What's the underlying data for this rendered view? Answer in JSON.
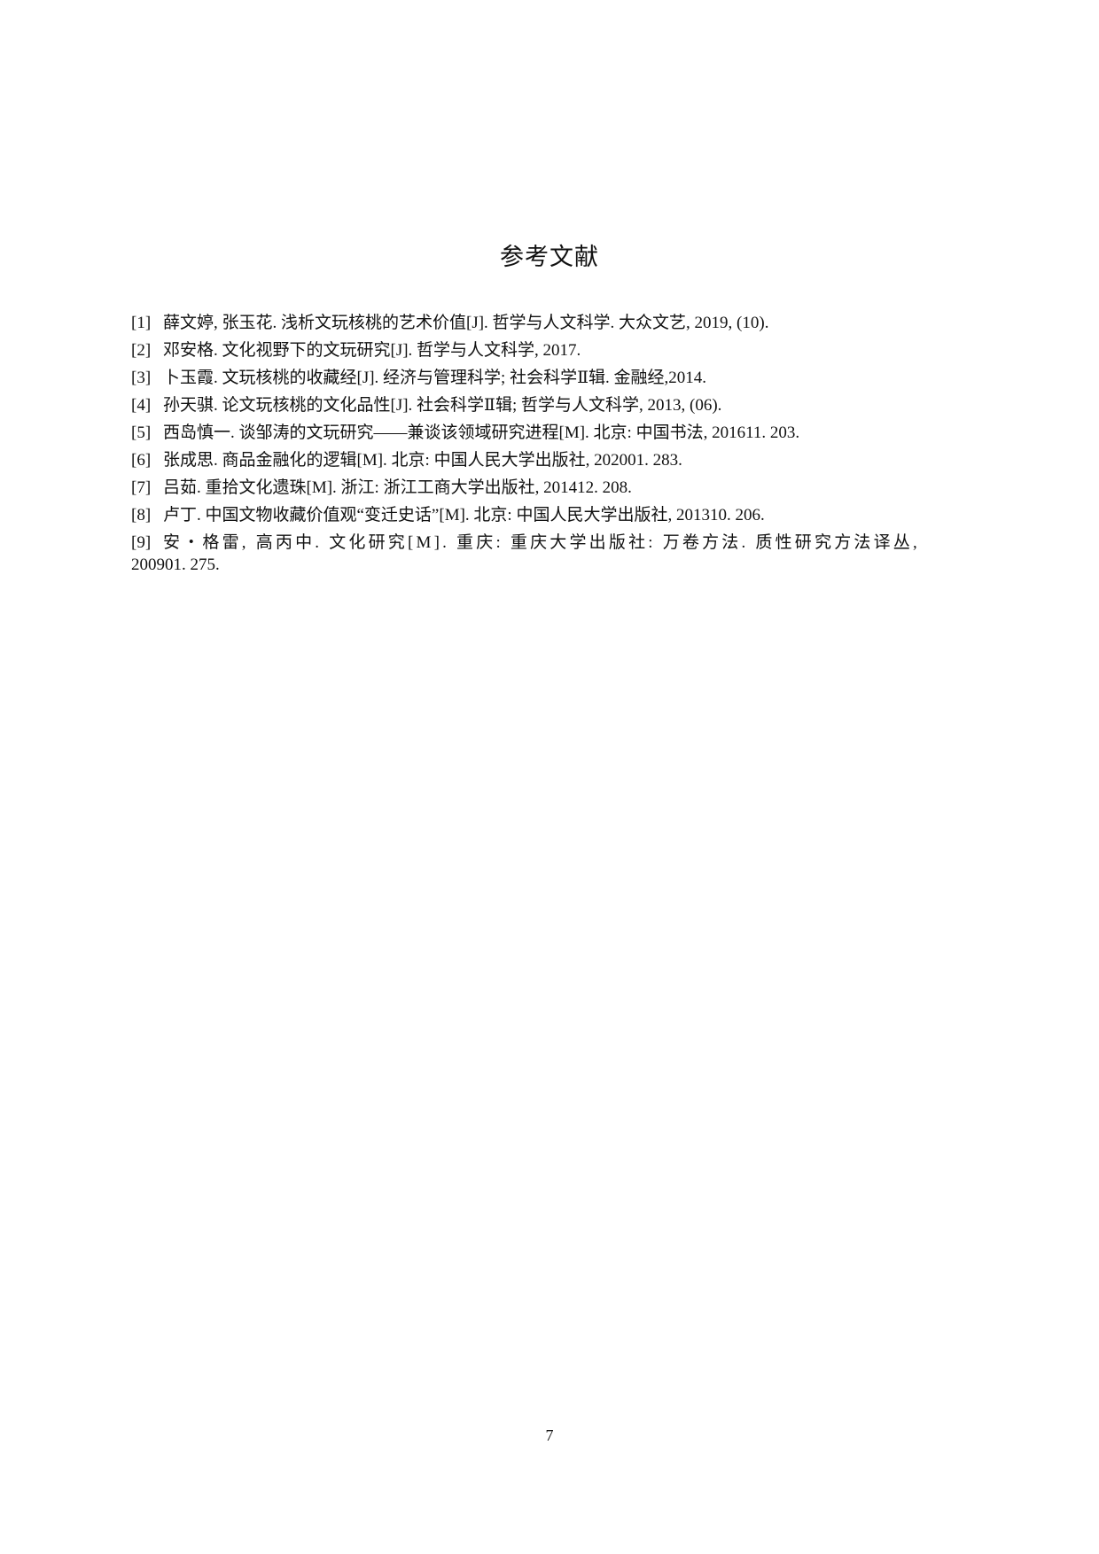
{
  "document": {
    "title": "参考文献",
    "references": [
      {
        "num": "[1]",
        "text": "薛文婷, 张玉花. 浅析文玩核桃的艺术价值[J]. 哲学与人文科学. 大众文艺, 2019, (10)."
      },
      {
        "num": "[2]",
        "text": "邓安格. 文化视野下的文玩研究[J]. 哲学与人文科学, 2017."
      },
      {
        "num": "[3]",
        "text": "卜玉霞. 文玩核桃的收藏经[J]. 经济与管理科学; 社会科学Ⅱ辑. 金融经,2014."
      },
      {
        "num": "[4]",
        "text": "孙天骐. 论文玩核桃的文化品性[J]. 社会科学Ⅱ辑; 哲学与人文科学, 2013, (06)."
      },
      {
        "num": "[5]",
        "text": "西岛慎一. 谈邹涛的文玩研究——兼谈该领域研究进程[M]. 北京: 中国书法, 201611. 203."
      },
      {
        "num": "[6]",
        "text": "张成思. 商品金融化的逻辑[M]. 北京: 中国人民大学出版社, 202001. 283."
      },
      {
        "num": "[7]",
        "text": "吕茹. 重拾文化遗珠[M]. 浙江: 浙江工商大学出版社, 201412. 208."
      },
      {
        "num": "[8]",
        "text": "卢丁. 中国文物收藏价值观“变迁史话”[M]. 北京: 中国人民大学出版社, 201310. 206."
      },
      {
        "num": "[9]",
        "text": "安・格雷, 高丙中. 文化研究[M]. 重庆: 重庆大学出版社: 万卷方法. 质性研究方法译丛,",
        "continuation": "200901. 275."
      }
    ],
    "page_number": "7"
  }
}
